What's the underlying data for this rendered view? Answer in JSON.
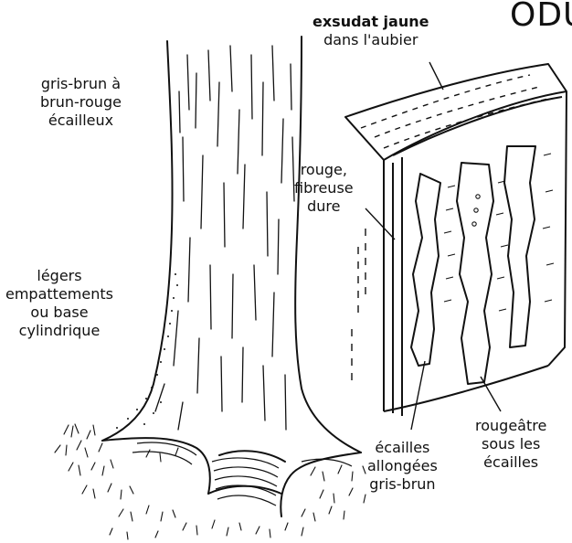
{
  "title": "ODU",
  "labels": {
    "exsudat_line1": "exsudat jaune",
    "exsudat_line2": "dans l'aubier",
    "grisbrun_line1": "gris-brun à",
    "grisbrun_line2": "brun-rouge",
    "grisbrun_line3": "écailleux",
    "rouge_line1": "rouge,",
    "rouge_line2": "fibreuse",
    "rouge_line3": "dure",
    "legers_line1": "légers",
    "legers_line2": "empattements",
    "legers_line3": "ou base",
    "legers_line4": "cylindrique",
    "ecailles_line1": "écailles",
    "ecailles_line2": "allongées",
    "ecailles_line3": "gris-brun",
    "rougeatre_line1": "rougeâtre",
    "rougeatre_line2": "sous les",
    "rougeatre_line3": "écailles"
  },
  "colors": {
    "ink": "#111111",
    "paper": "#ffffff"
  }
}
